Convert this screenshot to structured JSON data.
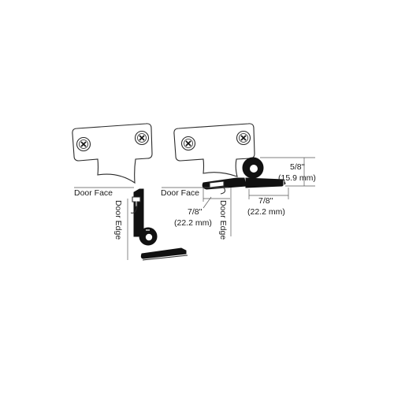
{
  "labels": {
    "left_door_face": "Door Face",
    "left_door_edge": "Door Edge",
    "right_door_face": "Door Face",
    "right_door_edge": "Door Edge",
    "dim_height_in": "5/8\"",
    "dim_height_mm": "(15.9 mm)",
    "dim_left_in": "7/8\"",
    "dim_left_mm": "(22.2 mm)",
    "dim_right_in": "7/8\"",
    "dim_right_mm": "(22.2 mm)"
  },
  "colors": {
    "ink": "#111111",
    "outline": "#2a2a2a",
    "background": "#ffffff"
  },
  "icons": {
    "screw": "phillips-screw-icon"
  }
}
